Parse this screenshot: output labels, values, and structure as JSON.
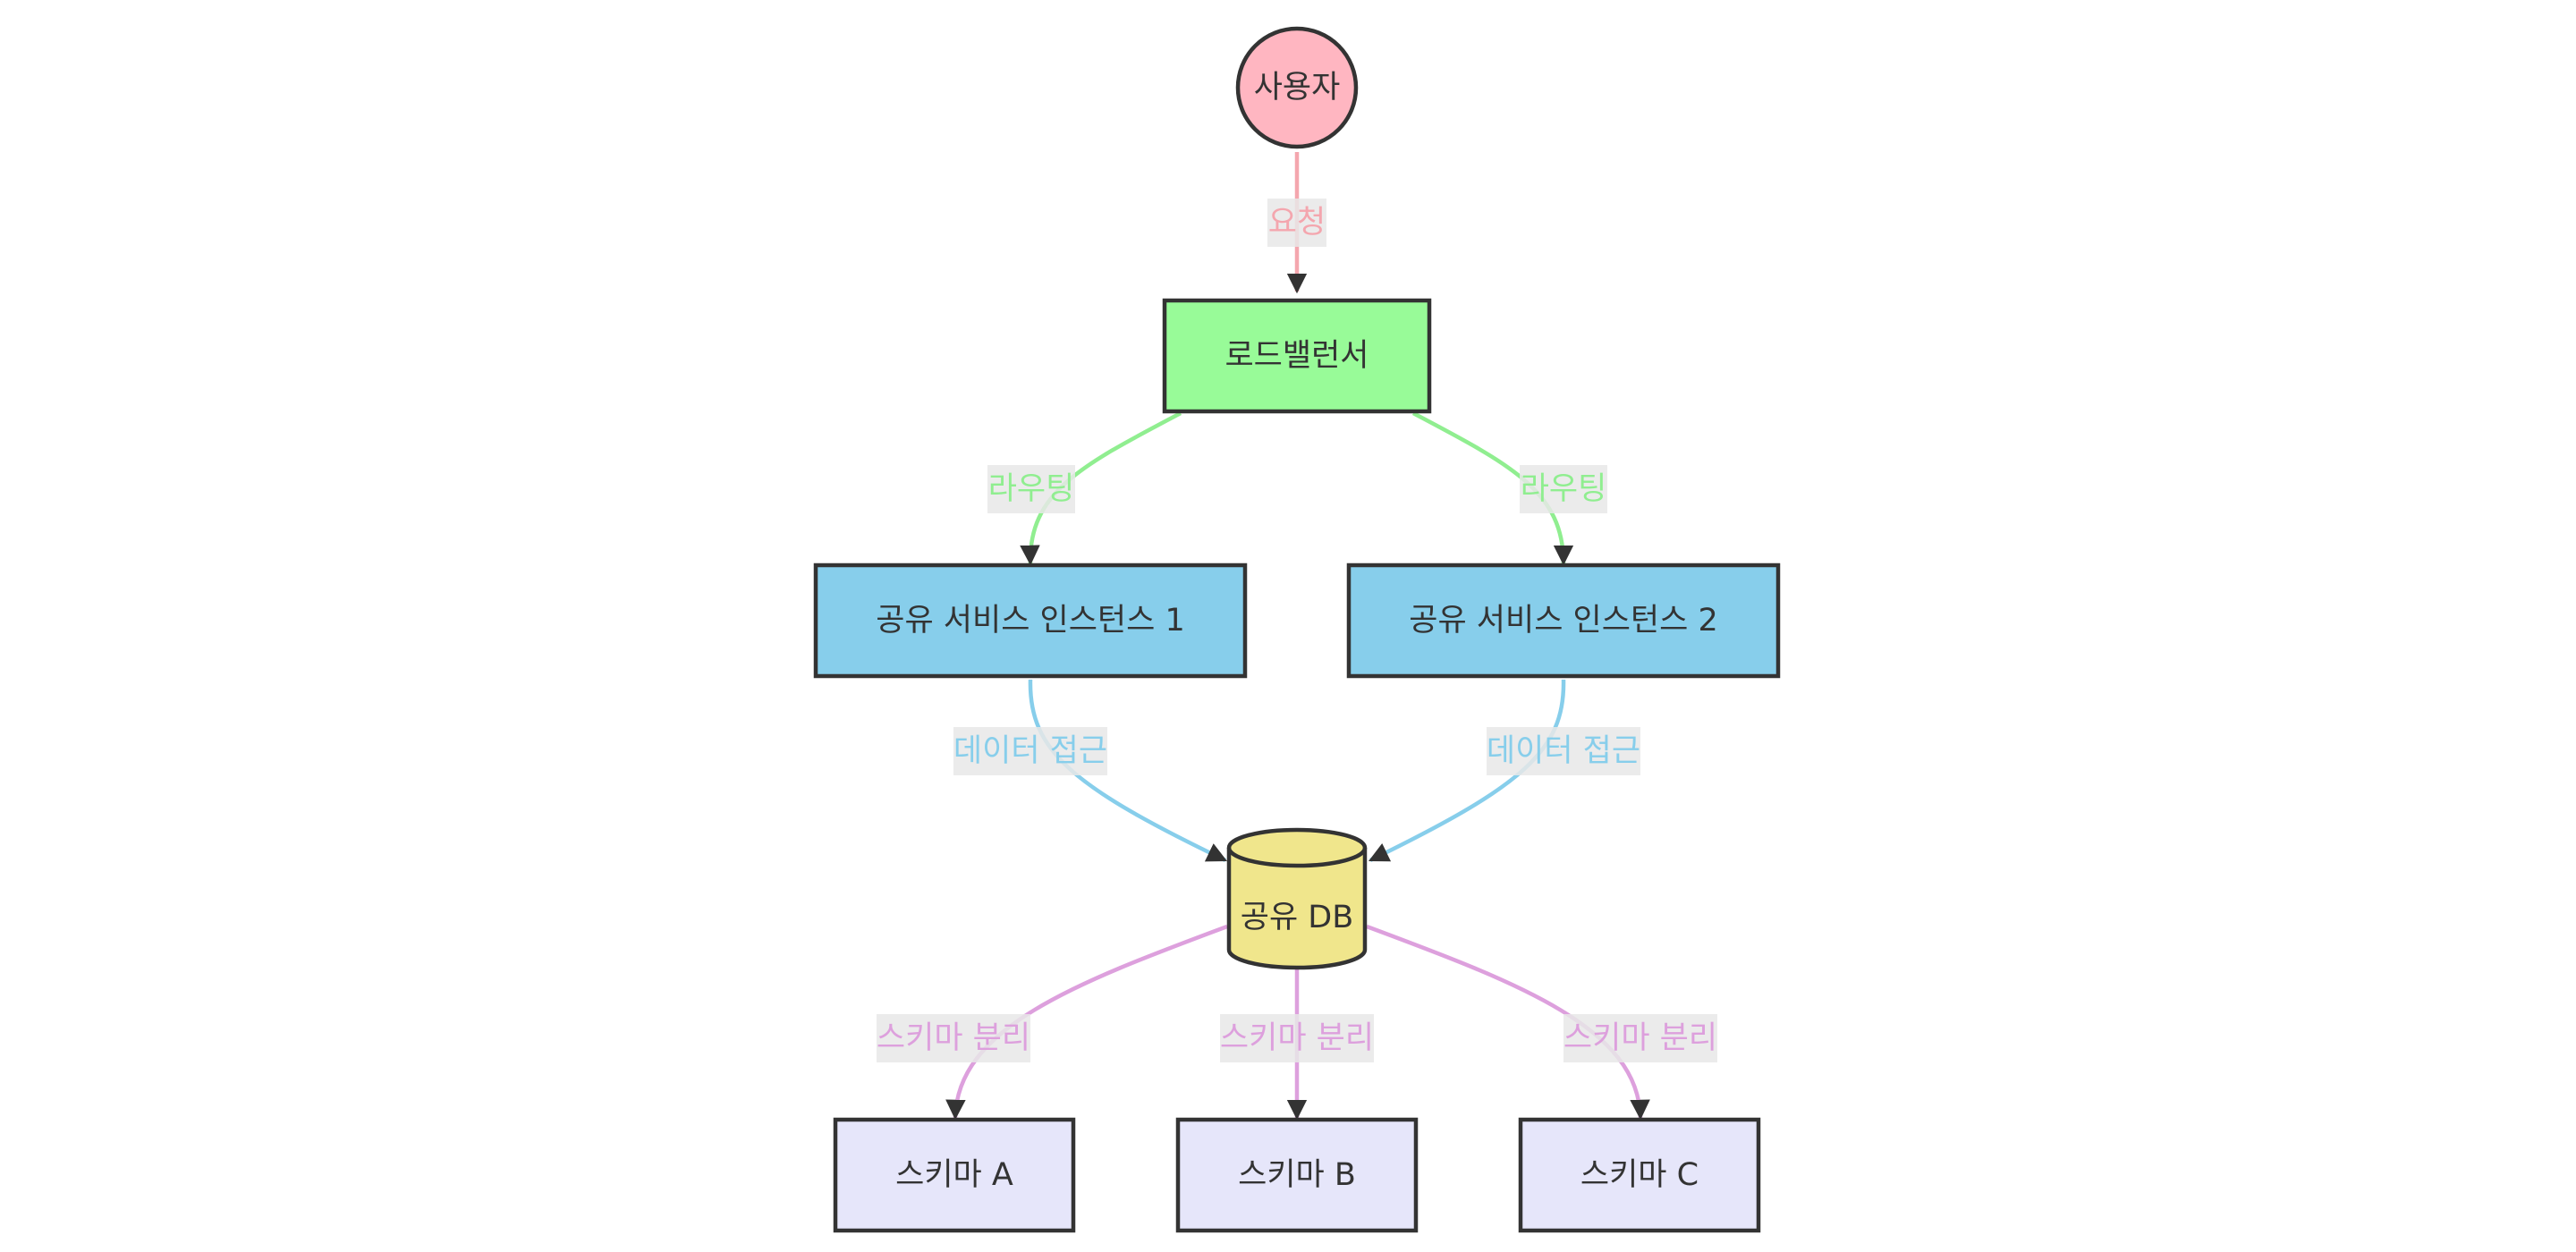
{
  "diagram": {
    "type": "flowchart",
    "nodes": {
      "user": {
        "label": "사용자",
        "shape": "circle",
        "color": "#ffb6c1"
      },
      "lb": {
        "label": "로드밸런서",
        "shape": "rect",
        "color": "#98fb98"
      },
      "svc1": {
        "label": "공유 서비스 인스턴스 1",
        "shape": "rect",
        "color": "#87ceeb"
      },
      "svc2": {
        "label": "공유 서비스 인스턴스 2",
        "shape": "rect",
        "color": "#87ceeb"
      },
      "db": {
        "label": "공유 DB",
        "shape": "cylinder",
        "color": "#f0e68c"
      },
      "schemaA": {
        "label": "스키마 A",
        "shape": "rect",
        "color": "#e6e6fa"
      },
      "schemaB": {
        "label": "스키마 B",
        "shape": "rect",
        "color": "#e6e6fa"
      },
      "schemaC": {
        "label": "스키마 C",
        "shape": "rect",
        "color": "#e6e6fa"
      }
    },
    "edges": {
      "request": {
        "from": "user",
        "to": "lb",
        "label": "요청",
        "color": "#f4a6ae"
      },
      "route1": {
        "from": "lb",
        "to": "svc1",
        "label": "라우팅",
        "color": "#90ee90"
      },
      "route2": {
        "from": "lb",
        "to": "svc2",
        "label": "라우팅",
        "color": "#90ee90"
      },
      "access1": {
        "from": "svc1",
        "to": "db",
        "label": "데이터 접근",
        "color": "#87ceeb"
      },
      "access2": {
        "from": "svc2",
        "to": "db",
        "label": "데이터 접근",
        "color": "#87ceeb"
      },
      "sepA": {
        "from": "db",
        "to": "schemaA",
        "label": "스키마 분리",
        "color": "#dda0dd"
      },
      "sepB": {
        "from": "db",
        "to": "schemaB",
        "label": "스키마 분리",
        "color": "#dda0dd"
      },
      "sepC": {
        "from": "db",
        "to": "schemaC",
        "label": "스키마 분리",
        "color": "#dda0dd"
      }
    },
    "stroke_color": "#333333"
  }
}
